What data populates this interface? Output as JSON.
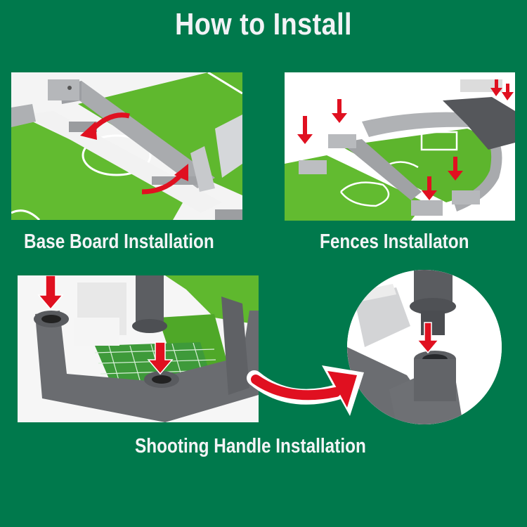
{
  "title": "How to Install",
  "colors": {
    "background": "#00794c",
    "text": "#f4f4f6",
    "arrow": "#e01020",
    "grass": "#5fb82e",
    "plastic_gray": "#8a8c90",
    "dark_gray": "#5c5e62"
  },
  "steps": [
    {
      "caption": "Base Board Installation",
      "image": "base-board-halves-joined-with-curved-arrows",
      "arrows": 2
    },
    {
      "caption": "Fences Installaton",
      "image": "fences-inserted-into-board-posts",
      "arrows": 6
    },
    {
      "caption": "Shooting Handle Installation",
      "image": "shooting-handle-inserted-into-socket",
      "arrows": 3,
      "detail_view": "circular-zoom-of-handle-socket"
    }
  ]
}
